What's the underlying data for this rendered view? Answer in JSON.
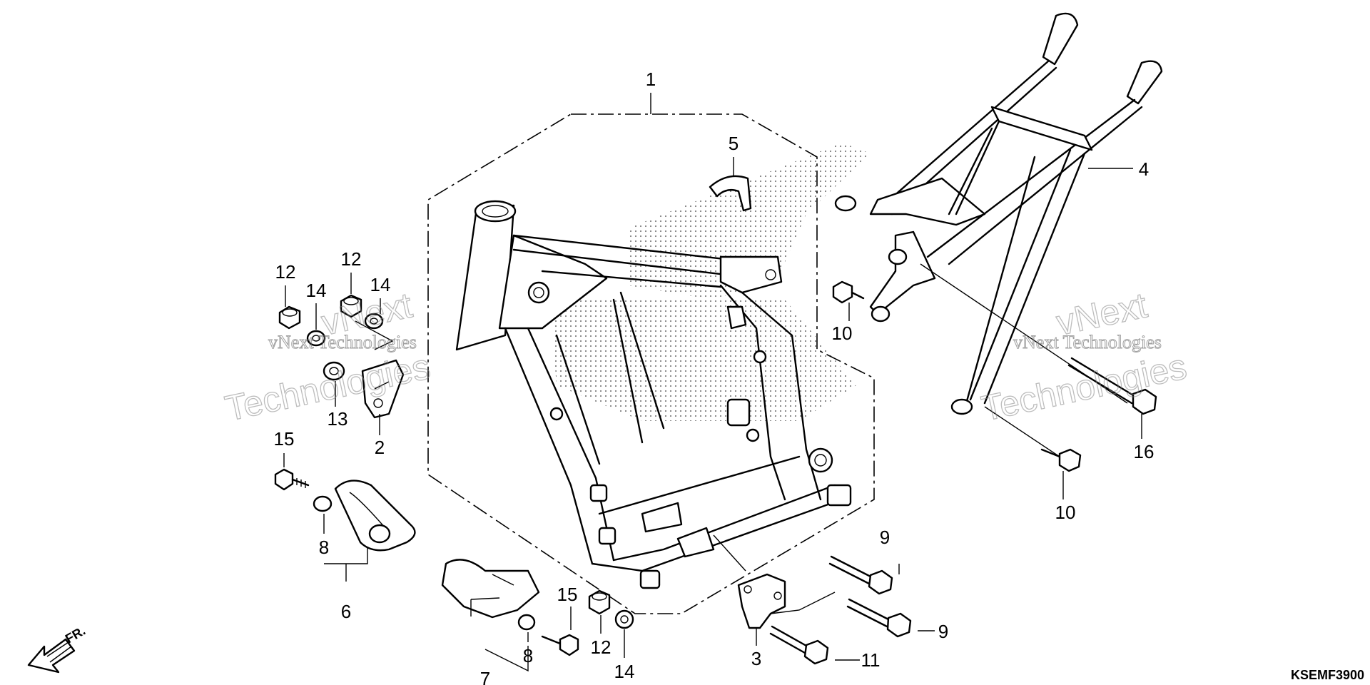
{
  "diagram_code": "KSEMF3900",
  "front_indicator": "FR.",
  "watermark": {
    "line1": "vNext Technologies",
    "big_word1": "vNext",
    "big_word2": "Technologies"
  },
  "callouts": [
    {
      "id": "c1",
      "text": "1"
    },
    {
      "id": "c2",
      "text": "2"
    },
    {
      "id": "c3",
      "text": "3"
    },
    {
      "id": "c4",
      "text": "4"
    },
    {
      "id": "c5",
      "text": "5"
    },
    {
      "id": "c6",
      "text": "6"
    },
    {
      "id": "c7",
      "text": "7"
    },
    {
      "id": "c8a",
      "text": "8"
    },
    {
      "id": "c8b",
      "text": "8"
    },
    {
      "id": "c9a",
      "text": "9"
    },
    {
      "id": "c9b",
      "text": "9"
    },
    {
      "id": "c10a",
      "text": "10"
    },
    {
      "id": "c10b",
      "text": "10"
    },
    {
      "id": "c11",
      "text": "11"
    },
    {
      "id": "c12a",
      "text": "12"
    },
    {
      "id": "c12b",
      "text": "12"
    },
    {
      "id": "c12c",
      "text": "12"
    },
    {
      "id": "c13",
      "text": "13"
    },
    {
      "id": "c14a",
      "text": "14"
    },
    {
      "id": "c14b",
      "text": "14"
    },
    {
      "id": "c14c",
      "text": "14"
    },
    {
      "id": "c15a",
      "text": "15"
    },
    {
      "id": "c15b",
      "text": "15"
    },
    {
      "id": "c16",
      "text": "16"
    }
  ]
}
